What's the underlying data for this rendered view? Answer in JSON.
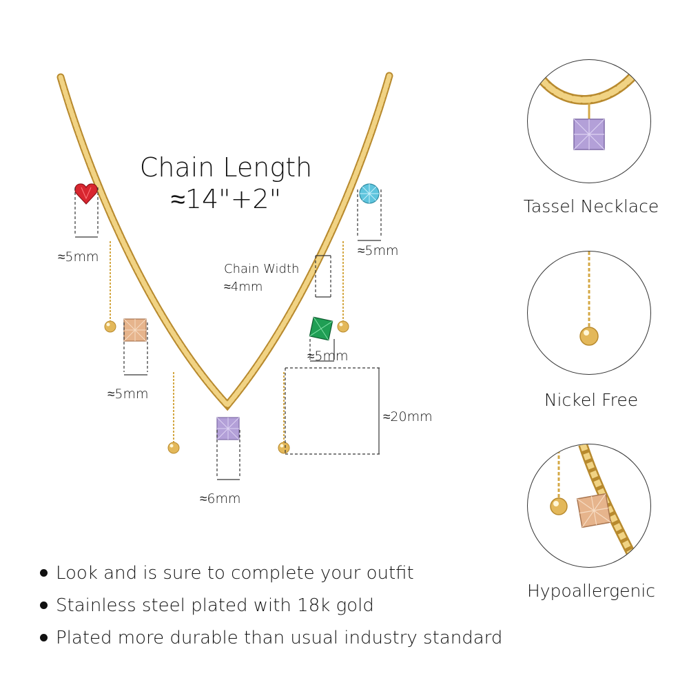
{
  "colors": {
    "gold": "#e3b85a",
    "gold_dark": "#b88a2e",
    "gem_red": "#d8262f",
    "gem_champagne": "#e6b48c",
    "gem_lavender": "#b3a0d8",
    "gem_green": "#1f9e54",
    "gem_aqua": "#5ec4dd"
  },
  "headline": {
    "line1": "Chain Length",
    "line2": "≈14\"+2\""
  },
  "chain_width": {
    "label": "Chain Width",
    "value": "≈4mm"
  },
  "measurements": {
    "red_heart": "≈5mm",
    "champagne_square": "≈5mm",
    "lavender_square": "≈6mm",
    "green_square": "≈5mm",
    "aqua_round": "≈5mm",
    "tassel_drop": "≈20mm"
  },
  "features": [
    {
      "label": "Tassel Necklace",
      "icon": "lavender-gem-closeup-icon"
    },
    {
      "label": "Nickel Free",
      "icon": "gold-bead-closeup-icon"
    },
    {
      "label": "Hypoallergenic",
      "icon": "champagne-gem-closeup-icon"
    }
  ],
  "bullets": [
    "Look and is sure to complete your outfit",
    "Stainless steel plated with 18k gold",
    "Plated more durable than usual industry standard"
  ]
}
